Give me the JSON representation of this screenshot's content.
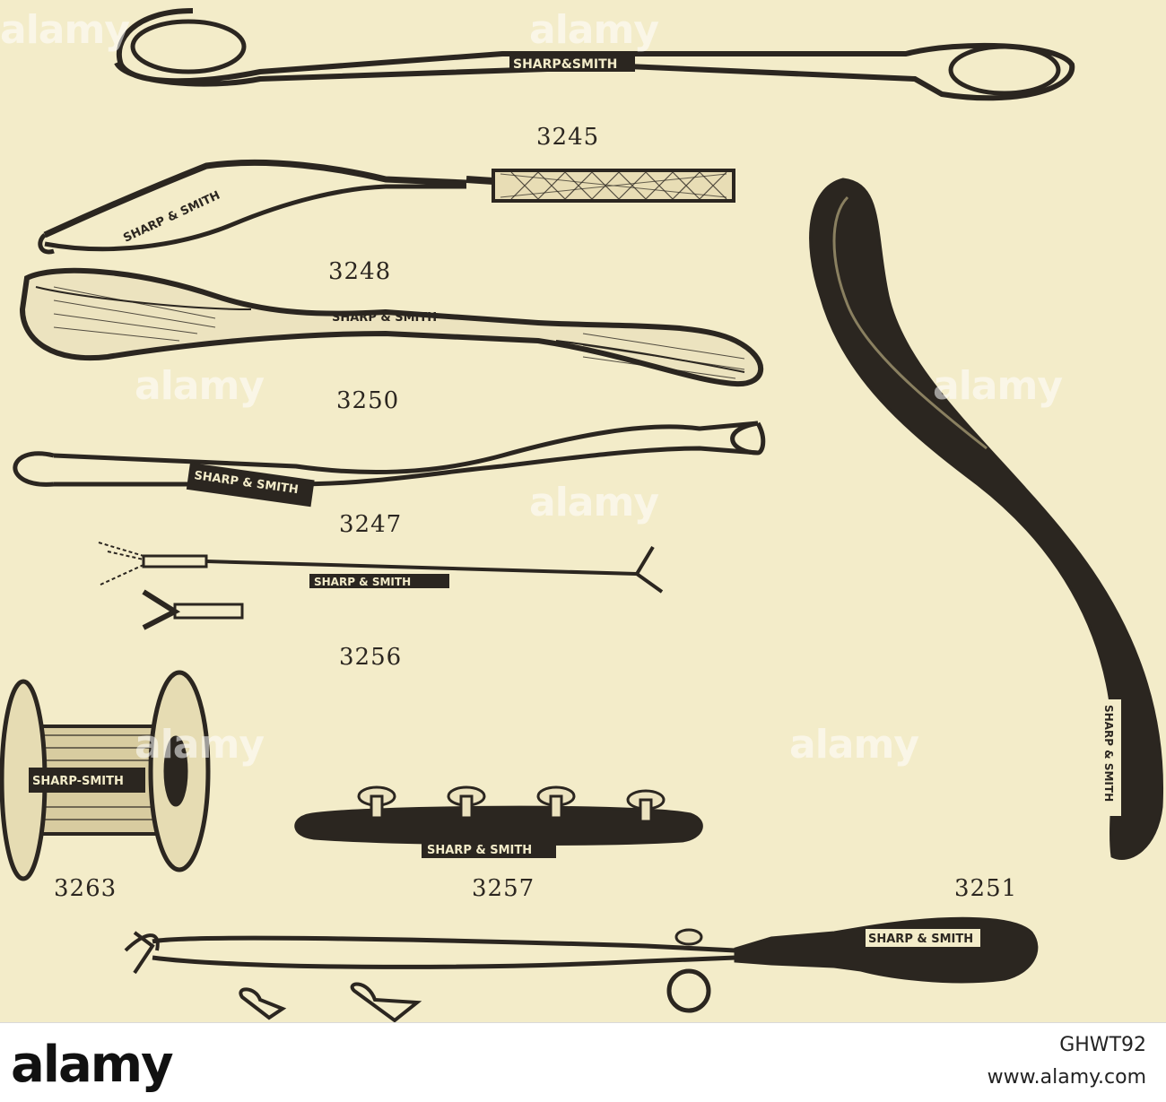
{
  "figures": [
    {
      "number": "3245"
    },
    {
      "number": "3248"
    },
    {
      "number": "3250"
    },
    {
      "number": "3247"
    },
    {
      "number": "3256"
    },
    {
      "number": "3263"
    },
    {
      "number": "3257"
    },
    {
      "number": "3251"
    }
  ],
  "maker_stamps": {
    "f3245": "SHARP&SMITH",
    "f3248": "SHARP & SMITH",
    "f3250": "SHARP & SMITH",
    "f3247": "SHARP & SMITH",
    "f3256": "SHARP & SMITH",
    "f3263": "SHARP-SMITH",
    "f3257": "SHARP & SMITH",
    "f3251": "SHARP & SMITH",
    "bottom_handle": "SHARP & SMITH"
  },
  "watermark_text": "alamy",
  "footer": {
    "logo": "alamy",
    "image_id": "GHWT92",
    "url": "www.alamy.com"
  },
  "colors": {
    "paper": "#f3ecc9",
    "ink": "#2b2620",
    "footer_bg": "#ffffff"
  }
}
